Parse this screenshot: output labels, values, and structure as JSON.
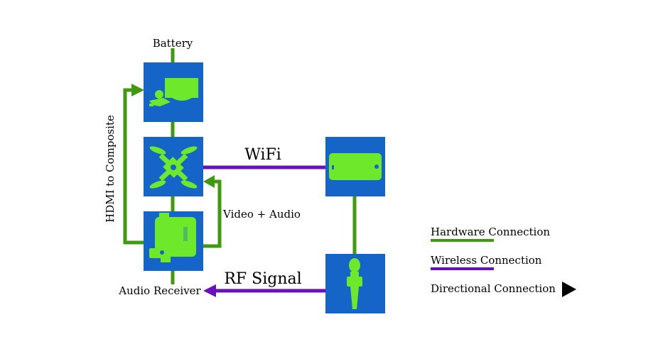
{
  "labels": {
    "battery": "Battery",
    "audio_receiver": "Audio Receiver",
    "hdmi_to_composite": "HDMI to Composite",
    "video_audio": "Video + Audio",
    "wifi": "WiFi",
    "rf_signal": "RF Signal"
  },
  "legend": {
    "hardware": "Hardware Connection",
    "wireless": "Wireless Connection",
    "directional": "Directional Connection"
  },
  "icons": {
    "video_transmitter": "video-transmitter-icon",
    "drone": "drone-icon",
    "camera": "camera-icon",
    "phone": "phone-icon",
    "microphone": "microphone-icon",
    "arrow": "arrow-icon"
  },
  "colors": {
    "box": "#1565c8",
    "icon": "#6ee82a",
    "hardware": "#3f9a10",
    "wireless": "#6a0fbf",
    "arrow": "#000000"
  }
}
